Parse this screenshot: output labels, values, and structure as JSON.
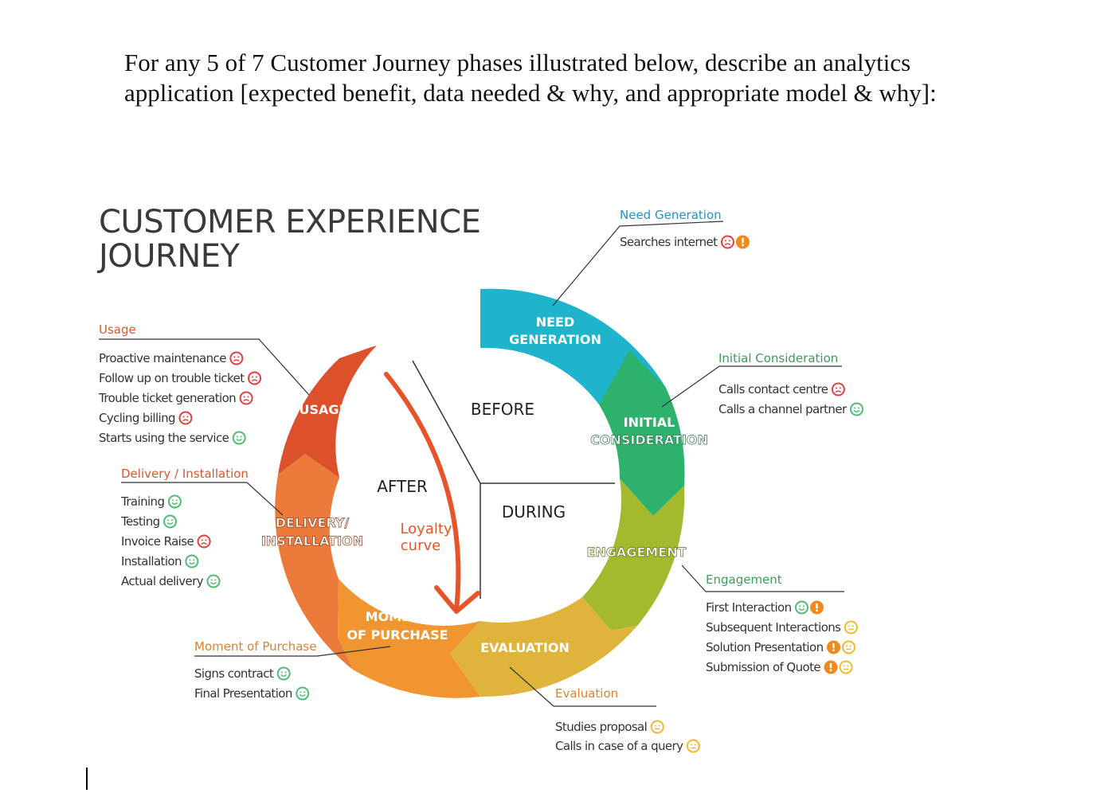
{
  "question": {
    "line1": "For any 5 of 7 Customer Journey phases illustrated below, describe an analytics",
    "line2": "application [expected benefit, data needed & why, and appropriate model & why]:"
  },
  "diagram": {
    "title_line1": "CUSTOMER EXPERIENCE",
    "title_line2": "JOURNEY",
    "segments": {
      "need": [
        "NEED",
        "GENERATION"
      ],
      "initial": [
        "INITIAL",
        "CONSIDERATION"
      ],
      "engagement": "ENGAGEMENT",
      "evaluation": "EVALUATION",
      "moment": [
        "MOMENT",
        "OF PURCHASE"
      ],
      "delivery": [
        "DELIVERY/",
        "INSTALLATION"
      ],
      "usage": "USAGE"
    },
    "phases": {
      "before": "BEFORE",
      "during": "DURING",
      "after": "AFTER"
    },
    "loyalty": [
      "Loyalty",
      "curve"
    ],
    "groups": {
      "need_generation": {
        "heading": "Need Generation",
        "items": [
          {
            "text": "Searches internet",
            "icons": [
              "sad",
              "alert"
            ]
          }
        ]
      },
      "initial_consideration": {
        "heading": "Initial Consideration",
        "items": [
          {
            "text": "Calls contact centre",
            "icons": [
              "sad"
            ]
          },
          {
            "text": "Calls a channel partner",
            "icons": [
              "happy"
            ]
          }
        ]
      },
      "engagement": {
        "heading": "Engagement",
        "items": [
          {
            "text": "First Interaction",
            "icons": [
              "happy",
              "alert"
            ]
          },
          {
            "text": "Subsequent Interactions",
            "icons": [
              "neutral"
            ]
          },
          {
            "text": "Solution Presentation",
            "icons": [
              "alert",
              "neutral"
            ]
          },
          {
            "text": "Submission of Quote",
            "icons": [
              "alert",
              "neutral"
            ]
          }
        ]
      },
      "evaluation": {
        "heading": "Evaluation",
        "items": [
          {
            "text": "Studies proposal",
            "icons": [
              "neutral"
            ]
          },
          {
            "text": "Calls in case of a query",
            "icons": [
              "neutral"
            ]
          }
        ]
      },
      "moment_of_purchase": {
        "heading": "Moment of Purchase",
        "items": [
          {
            "text": "Signs contract",
            "icons": [
              "happy"
            ]
          },
          {
            "text": "Final Presentation",
            "icons": [
              "happy"
            ]
          }
        ]
      },
      "delivery_installation": {
        "heading": "Delivery / Installation",
        "items": [
          {
            "text": "Training",
            "icons": [
              "happy"
            ]
          },
          {
            "text": "Testing",
            "icons": [
              "happy"
            ]
          },
          {
            "text": "Invoice Raise",
            "icons": [
              "sad"
            ]
          },
          {
            "text": "Installation",
            "icons": [
              "happy"
            ]
          },
          {
            "text": "Actual delivery",
            "icons": [
              "happy"
            ]
          }
        ]
      },
      "usage": {
        "heading": "Usage",
        "items": [
          {
            "text": "Proactive maintenance",
            "icons": [
              "sad"
            ]
          },
          {
            "text": "Follow up on trouble ticket",
            "icons": [
              "sad"
            ]
          },
          {
            "text": "Trouble ticket generation",
            "icons": [
              "sad"
            ]
          },
          {
            "text": "Cycling billing",
            "icons": [
              "sad"
            ]
          },
          {
            "text": "Starts using the service",
            "icons": [
              "happy"
            ]
          }
        ]
      }
    },
    "colors": {
      "need": "#1fb3cc",
      "initial": "#2db26e",
      "engagement": "#a4b92e",
      "evaluation": "#e0b43a",
      "moment": "#f09530",
      "delivery": "#ec7a3a",
      "usage": "#dc502c",
      "heading_blue": "#2a8fc4",
      "heading_green": "#3c9c5a",
      "heading_orange": "#d9822f",
      "heading_red": "#d9582c",
      "happy": "#4fbb72",
      "sad": "#e0413e",
      "neutral": "#f1b92a",
      "alert": "#f08a1c"
    }
  }
}
